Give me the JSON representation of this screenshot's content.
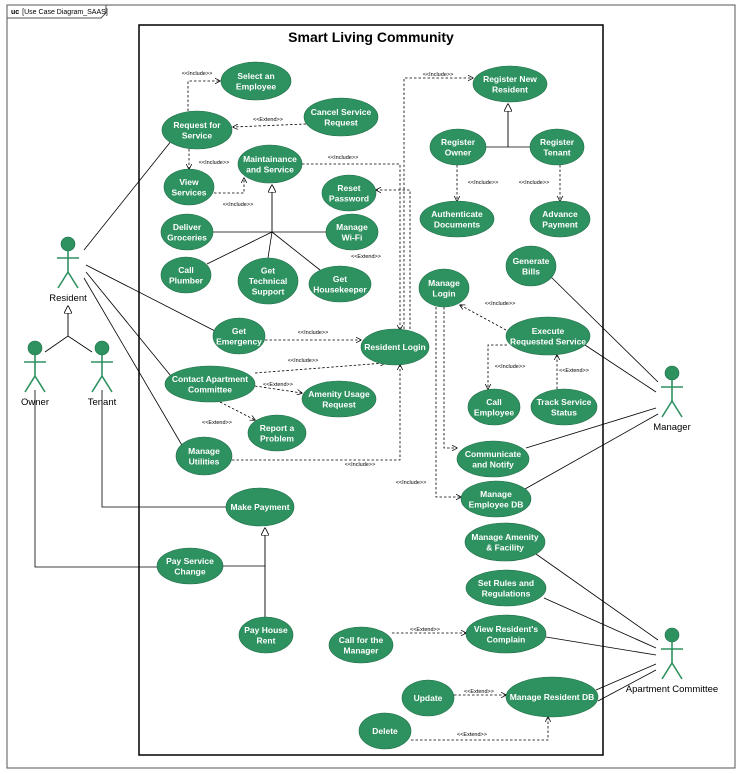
{
  "frame": {
    "kind": "uc",
    "name": "[Use Case Diagram_SAAS]"
  },
  "system": {
    "title": "Smart Living Community"
  },
  "colors": {
    "usecase_fill": "#2e9160",
    "usecase_text": "#ffffff",
    "line": "#000000"
  },
  "actors": {
    "resident": "Resident",
    "owner": "Owner",
    "tenant": "Tenant",
    "manager": "Manager",
    "committee": "Apartment Committee"
  },
  "usecases": {
    "select_employee": [
      "Select an",
      "Employee"
    ],
    "request_service": [
      "Request for",
      "Service"
    ],
    "cancel_service": [
      "Cancel Service",
      "Request"
    ],
    "maintenance": [
      "Maintainance",
      "and Service"
    ],
    "view_services": [
      "View",
      "Services"
    ],
    "reset_password": [
      "Reset",
      "Password"
    ],
    "deliver_groceries": [
      "Deliver",
      "Groceries"
    ],
    "manage_wifi": [
      "Manage",
      "Wi-Fi"
    ],
    "call_plumber": [
      "Call",
      "Plumber"
    ],
    "tech_support": [
      "Get",
      "Technical",
      "Support"
    ],
    "housekeeper": [
      "Get",
      "Housekeeper"
    ],
    "register_resident": [
      "Register New",
      "Resident"
    ],
    "register_owner": [
      "Register",
      "Owner"
    ],
    "register_tenant": [
      "Register",
      "Tenant"
    ],
    "auth_documents": [
      "Authenticate",
      "Documents"
    ],
    "advance_payment": [
      "Advance",
      "Payment"
    ],
    "generate_bills": [
      "Generate",
      "Bills"
    ],
    "manage_login": [
      "Manage",
      "Login"
    ],
    "execute_request": [
      "Execute",
      "Requested Service"
    ],
    "get_emergency": [
      "Get",
      "Emergency"
    ],
    "resident_login": [
      "Resident Login"
    ],
    "contact_committee": [
      "Contact Apartment",
      "Committee"
    ],
    "amenity_usage": [
      "Amenity Usage",
      "Request"
    ],
    "report_problem": [
      "Report a",
      "Problem"
    ],
    "call_employee": [
      "Call",
      "Employee"
    ],
    "track_status": [
      "Track Service",
      "Status"
    ],
    "manage_utilities": [
      "Manage",
      "Utilities"
    ],
    "communicate": [
      "Communicate",
      "and Notify"
    ],
    "manage_employee_db": [
      "Manage",
      "Employee DB"
    ],
    "make_payment": [
      "Make Payment"
    ],
    "manage_amenity": [
      "Manage Amenity",
      "& Facility"
    ],
    "pay_service": [
      "Pay Service",
      "Change"
    ],
    "set_rules": [
      "Set Rules and",
      "Regulations"
    ],
    "pay_rent": [
      "Pay House",
      "Rent"
    ],
    "call_manager": [
      "Call for the",
      "Manager"
    ],
    "view_complain": [
      "View Resident's",
      "Complain"
    ],
    "update": [
      "Update"
    ],
    "manage_resident_db": [
      "Manage Resident DB"
    ],
    "delete": [
      "Delete"
    ]
  },
  "relation_labels": {
    "include": "<<Include>>",
    "extend": "<<Extend>>"
  }
}
